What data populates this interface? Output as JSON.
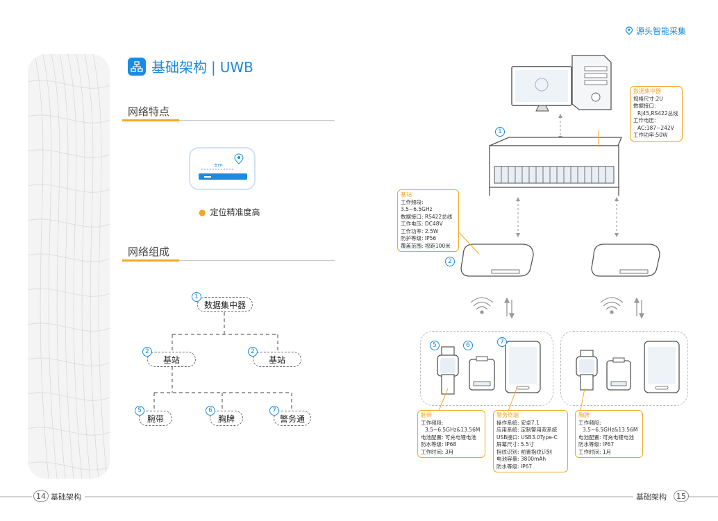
{
  "brand": {
    "label": "源头智能采集"
  },
  "header": {
    "title_main": "基础架构",
    "title_sep": "|",
    "title_sub": "UWB"
  },
  "features": {
    "heading": "网络特点",
    "card_label": "±m",
    "items": [
      "定位精准度高"
    ]
  },
  "composition": {
    "heading": "网络组成",
    "tree": {
      "root": {
        "label": "数据集中器",
        "num": "1"
      },
      "stations": [
        {
          "label": "基站",
          "num": "2"
        },
        {
          "label": "基站",
          "num": "2"
        }
      ],
      "leaves": [
        {
          "label": "腕带",
          "num": "5"
        },
        {
          "label": "胸牌",
          "num": "6"
        },
        {
          "label": "警务通",
          "num": "7"
        }
      ]
    }
  },
  "diagram": {
    "concentrator": {
      "num": "1",
      "title": "数据集中器",
      "specs": [
        "规格尺寸:2U",
        "数据接口:",
        "RJ45,RS422总线",
        "工作电压:",
        "AC:187~242V",
        "工作功率:50W"
      ]
    },
    "station": {
      "num": "2",
      "title": "基站",
      "specs": [
        "工作频段: 3.5~6.5GHz",
        "数据接口: RS422总线",
        "工作电压: DC48V",
        "工作功率: 2.5W",
        "防护等级: IP56",
        "覆盖范围: 视距100米"
      ]
    },
    "device_nums": [
      "5",
      "6",
      "7"
    ],
    "wristband": {
      "title": "腕带",
      "specs": [
        "工作频段:",
        "3.5~6.5GHz&13.56M",
        "电池配置: 可充电锂电池",
        "防水等级: IP68",
        "工作时间: 3月"
      ]
    },
    "police": {
      "title": "警务终端",
      "specs": [
        "操作系统: 安卓7.1",
        "应用系统: 定制警用双系统",
        "USB接口: USB3.0Type-C",
        "屏幕尺寸: 5.5寸",
        "指纹识别: 前置指纹识别",
        "电池容量: 3800mAh",
        "防水等级: IP67"
      ]
    },
    "badge": {
      "title": "胸牌",
      "specs": [
        "工作频段:",
        "3.5~6.5GHz&13.56M",
        "电池配置: 可充电锂电池",
        "防水等级: IP67",
        "工作时间: 1月"
      ]
    }
  },
  "footer": {
    "left_num": "14",
    "left_label": "基础架构",
    "right_num": "15",
    "right_label": "基础架构"
  },
  "colors": {
    "accent": "#1a8be0",
    "highlight": "#f5a623"
  }
}
